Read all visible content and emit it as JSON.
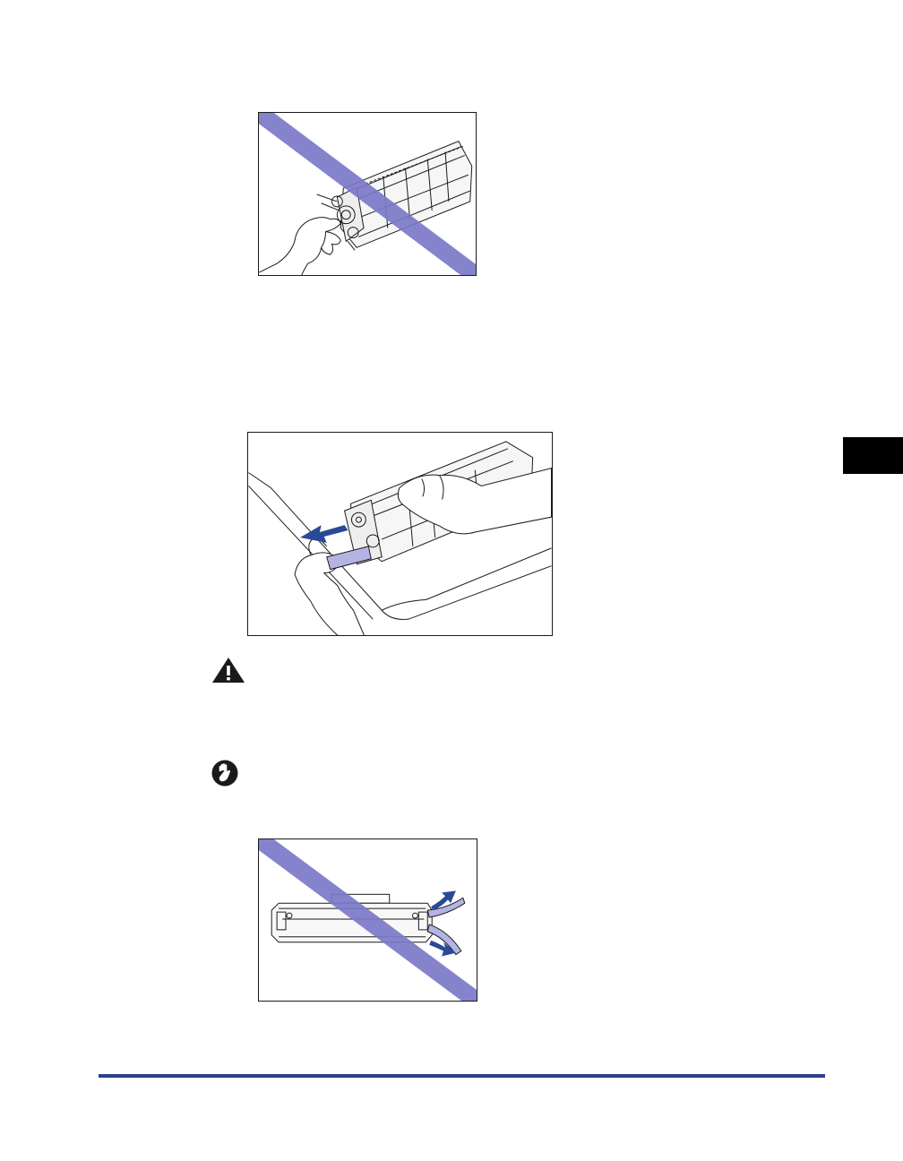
{
  "page": {
    "figures": [
      {
        "name": "do-not-touch-gear-figure",
        "crossed_out": true
      },
      {
        "name": "pull-sealing-tape-figure",
        "crossed_out": false
      },
      {
        "name": "do-not-bend-tape-figure",
        "crossed_out": true
      }
    ],
    "icons": {
      "warning": "warning-triangle-icon",
      "important": "important-hand-icon"
    },
    "colors": {
      "cross_bar": "#7b78c8",
      "arrow": "#2a4a96",
      "tape": "#b4b4e4",
      "chapter_tab": "#000000",
      "footer_rule": "#2e3f8f",
      "line_art": "#1a1a1a"
    }
  }
}
